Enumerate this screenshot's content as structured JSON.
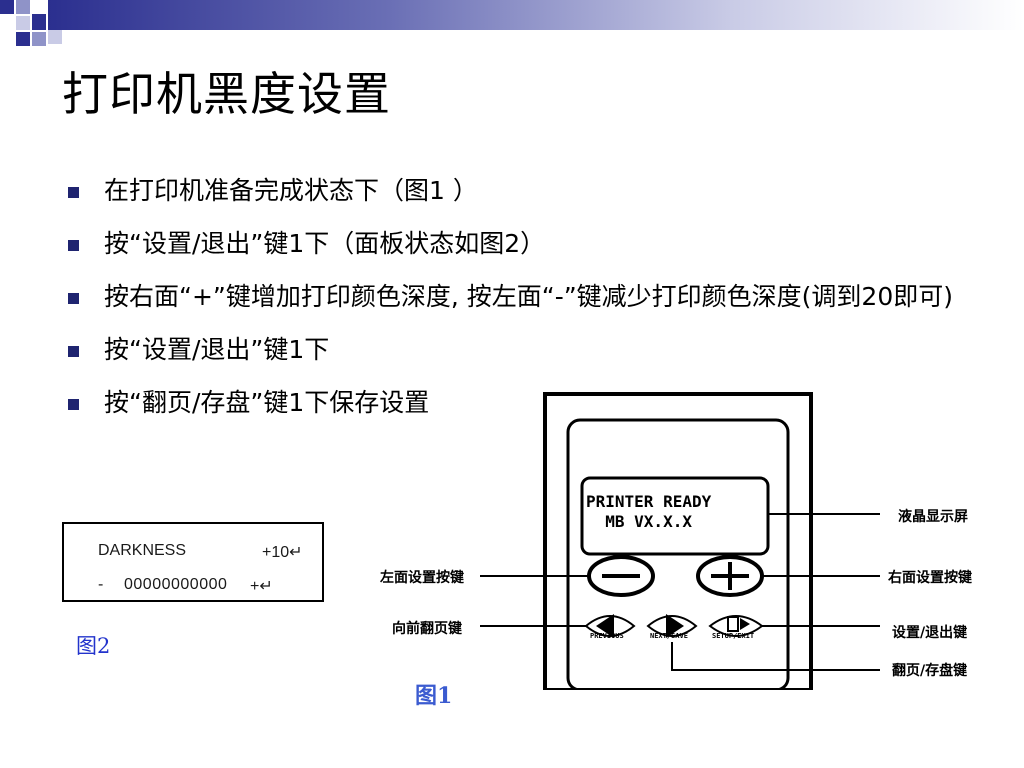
{
  "title": "打印机黑度设置",
  "bullets": [
    "在打印机准备完成状态下（图1 ）",
    "按“设置/退出”键1下（面板状态如图2）",
    "按右面“+”键增加打印颜色深度, 按左面“-”键减少打印颜色深度(调到20即可)",
    "按“设置/退出”键1下",
    "按“翻页/存盘”键1下保存设置"
  ],
  "figure2": {
    "row1_label": "DARKNESS",
    "row1_value": "+10↵",
    "row2_minus": "-",
    "row2_value": "00000000000",
    "row2_plus": "+↵",
    "caption": "图2"
  },
  "figure1": {
    "lcd_line1": "PRINTER READY",
    "lcd_line2": "MB VX.X.X",
    "label_lcd": "液晶显示屏",
    "label_left_key": "左面设置按键",
    "label_right_key": "右面设置按键",
    "label_prev_key": "向前翻页键",
    "label_setup_key": "设置/退出键",
    "label_save_key": "翻页/存盘键",
    "btn_previous": "PREVIOUS",
    "btn_next": "NEXT/SAVE",
    "btn_setup": "SETUP/EXIT",
    "caption": "图1"
  }
}
